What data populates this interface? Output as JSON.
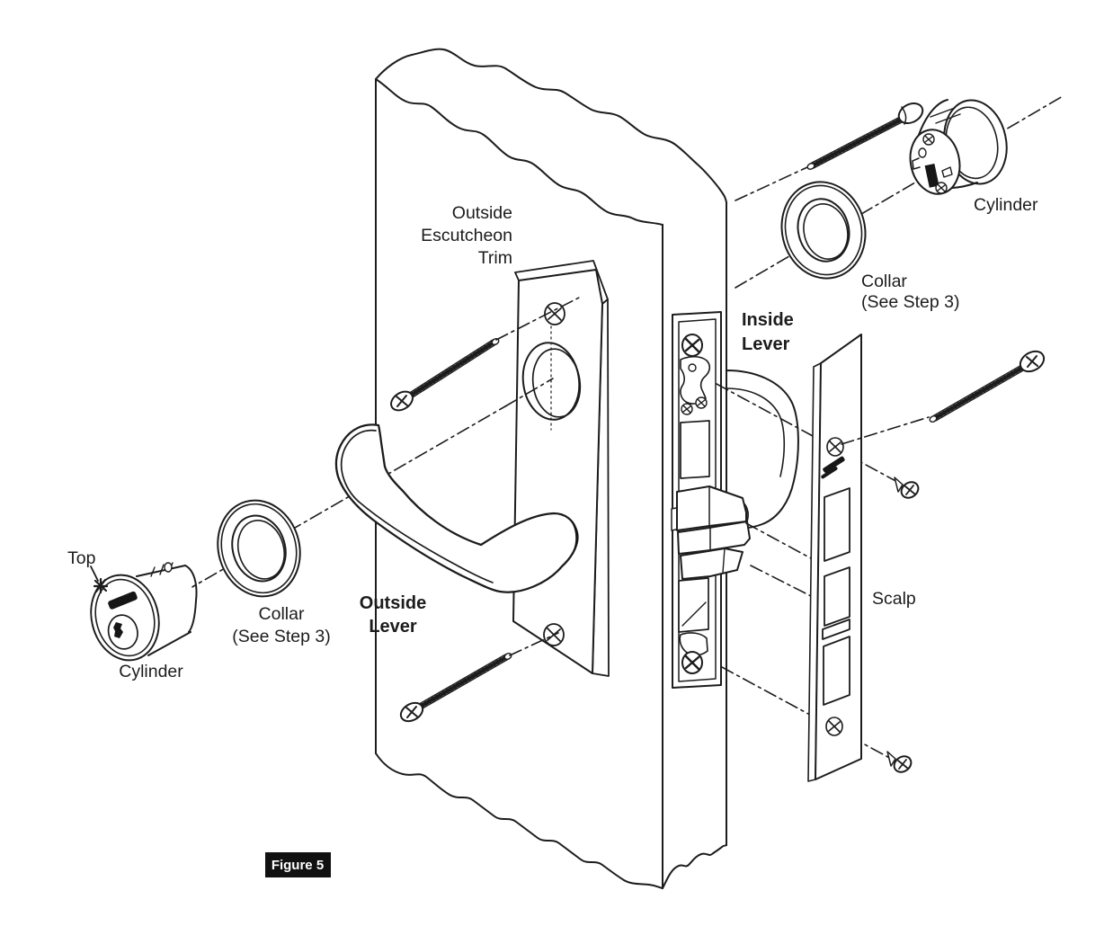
{
  "figure": {
    "badge": "Figure 5",
    "labels": {
      "top": "Top",
      "cylinder_left": "Cylinder",
      "collar_left_1": "Collar",
      "collar_left_2": "(See Step 3)",
      "outside_lever_1": "Outside",
      "outside_lever_2": "Lever",
      "escutcheon_1": "Outside",
      "escutcheon_2": "Escutcheon",
      "escutcheon_3": "Trim",
      "inside_lever_1": "Inside",
      "inside_lever_2": "Lever",
      "collar_right_1": "Collar",
      "collar_right_2": "(See Step 3)",
      "cylinder_right": "Cylinder",
      "scalp": "Scalp"
    },
    "colors": {
      "ink": "#1c1c1c",
      "paper": "#ffffff",
      "badge_bg": "#111111"
    }
  }
}
